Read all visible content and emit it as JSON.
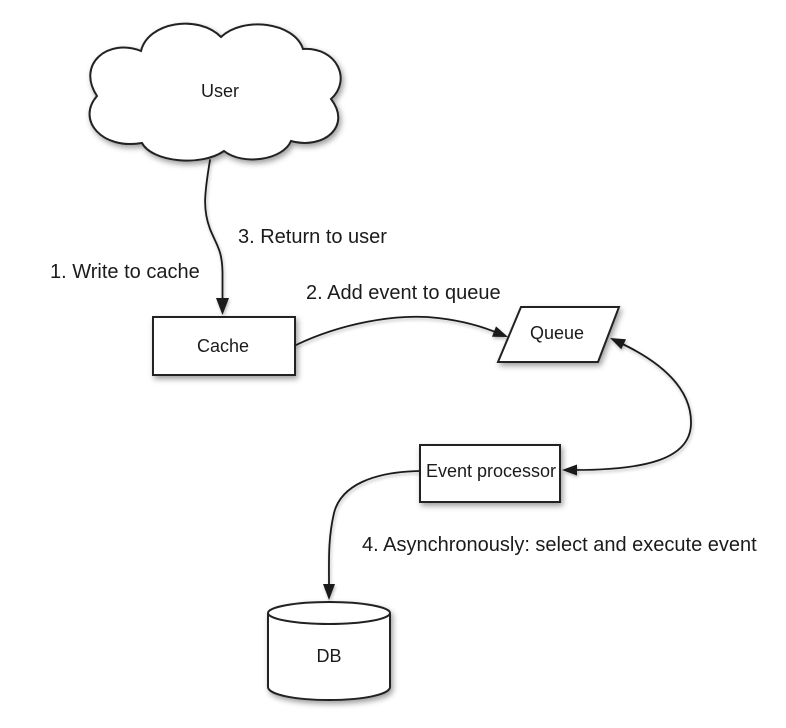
{
  "diagram": {
    "background": "#ffffff",
    "nodes": {
      "user": {
        "label": "User",
        "shape": "cloud"
      },
      "cache": {
        "label": "Cache",
        "shape": "rectangle"
      },
      "queue": {
        "label": "Queue",
        "shape": "parallelogram"
      },
      "event_processor": {
        "label": "Event processor",
        "shape": "rectangle"
      },
      "db": {
        "label": "DB",
        "shape": "cylinder"
      }
    },
    "steps": [
      {
        "label": "1. Write to cache"
      },
      {
        "label": "2. Add event to queue"
      },
      {
        "label": "3. Return to user"
      },
      {
        "label": "4. Asynchronously: select and execute event"
      }
    ],
    "connections": [
      {
        "from": "User",
        "to": "Cache",
        "arrowheads": "into Cache"
      },
      {
        "from": "Cache",
        "to": "Queue",
        "arrowheads": "into Queue"
      },
      {
        "from": "Queue",
        "to": "Event processor",
        "arrowheads": "both ends"
      },
      {
        "from": "Event processor",
        "to": "DB",
        "arrowheads": "into DB"
      }
    ],
    "colors": {
      "line": "#1a1a1a",
      "shape_fill": "#ffffff",
      "shape_border": "#222222",
      "text": "#1b1b1d"
    }
  }
}
